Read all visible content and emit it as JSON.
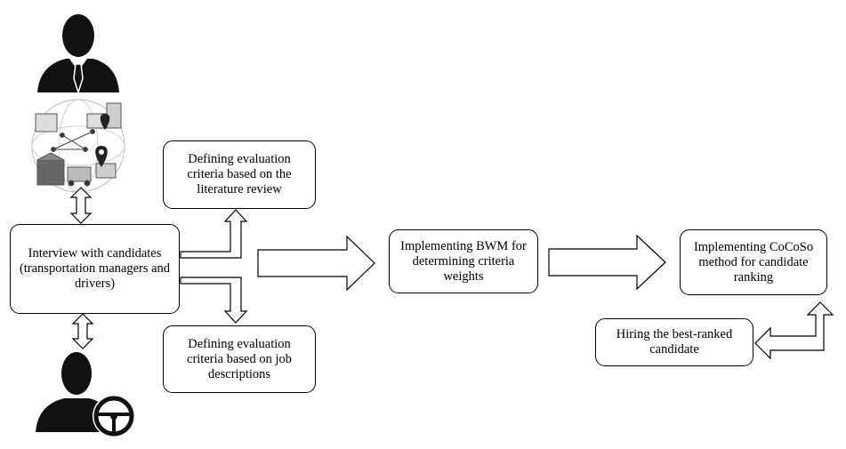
{
  "boxes": {
    "interview": "Interview with candidates (transportation managers and drivers)",
    "literature": "Defining evaluation criteria based on the literature review",
    "job": "Defining evaluation criteria based on job descriptions",
    "bwm": "Implementing BWM for determining criteria weights",
    "cocoso": "Implementing CoCoSo method for candidate ranking",
    "hiring": "Hiring the best-ranked candidate"
  },
  "icons": {
    "manager": "business-person-icon",
    "logistics": "logistics-network-icon",
    "driver": "driver-with-steering-wheel-icon"
  },
  "colors": {
    "stroke": "#000000",
    "fill": "#ffffff",
    "icon": "#111111"
  }
}
